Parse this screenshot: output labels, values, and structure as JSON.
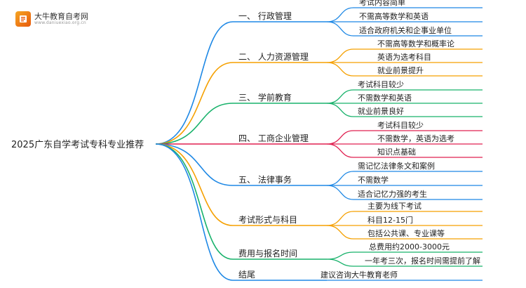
{
  "logo": {
    "name": "大牛教育自考网",
    "url": "www.daniuexiao.org.cn"
  },
  "root": {
    "label": "2025广东自学考试专科专业推荐"
  },
  "branches": [
    {
      "label": "一、 行政管理",
      "color": "#1e88e5",
      "children": [
        "考试内容简单",
        "不需高等数学和英语",
        "适合政府机关和企事业单位"
      ]
    },
    {
      "label": "二、 人力资源管理",
      "color": "#f5a000",
      "children": [
        "不需高等数学和概率论",
        "英语为选考科目",
        "就业前景提升"
      ]
    },
    {
      "label": "三、 学前教育",
      "color": "#18b26b",
      "children": [
        "考试科目较少",
        "不需数学和英语",
        "就业前景良好"
      ]
    },
    {
      "label": "四、 工商企业管理",
      "color": "#e02050",
      "children": [
        "考试科目较少",
        "不需数学，英语为选考",
        "知识点基础"
      ]
    },
    {
      "label": "五、 法律事务",
      "color": "#1e88e5",
      "children": [
        "需记忆法律条文和案例",
        "不需数学",
        "适合记忆力强的考生"
      ]
    },
    {
      "label": "考试形式与科目",
      "color": "#f5a000",
      "children": [
        "主要为线下考试",
        "科目12-15门",
        "包括公共课、专业课等"
      ]
    },
    {
      "label": "费用与报名时间",
      "color": "#18b26b",
      "children": [
        "总费用约2000-3000元",
        "一年考三次，报名时间需提前了解"
      ]
    },
    {
      "label": "结尾",
      "color": "#1e88e5",
      "children": [
        "建议咨询大牛教育老师"
      ]
    }
  ]
}
